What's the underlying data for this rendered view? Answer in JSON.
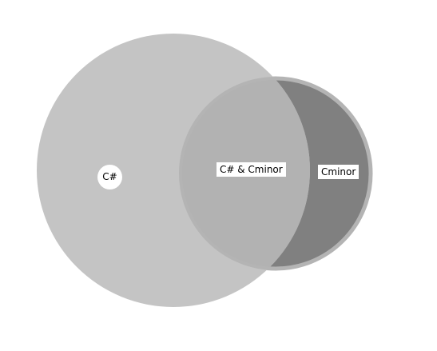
{
  "diagram": {
    "type": "venn",
    "sets": [
      {
        "name": "C#",
        "fill": "#c4c4c4"
      },
      {
        "name": "Cminor",
        "fill": "#808080",
        "stroke": "#b4b4b4"
      }
    ],
    "intersection": {
      "label": "C# & Cminor",
      "fill": "#b2b2b2"
    },
    "label_background": "#ffffff",
    "background": "#ffffff"
  }
}
